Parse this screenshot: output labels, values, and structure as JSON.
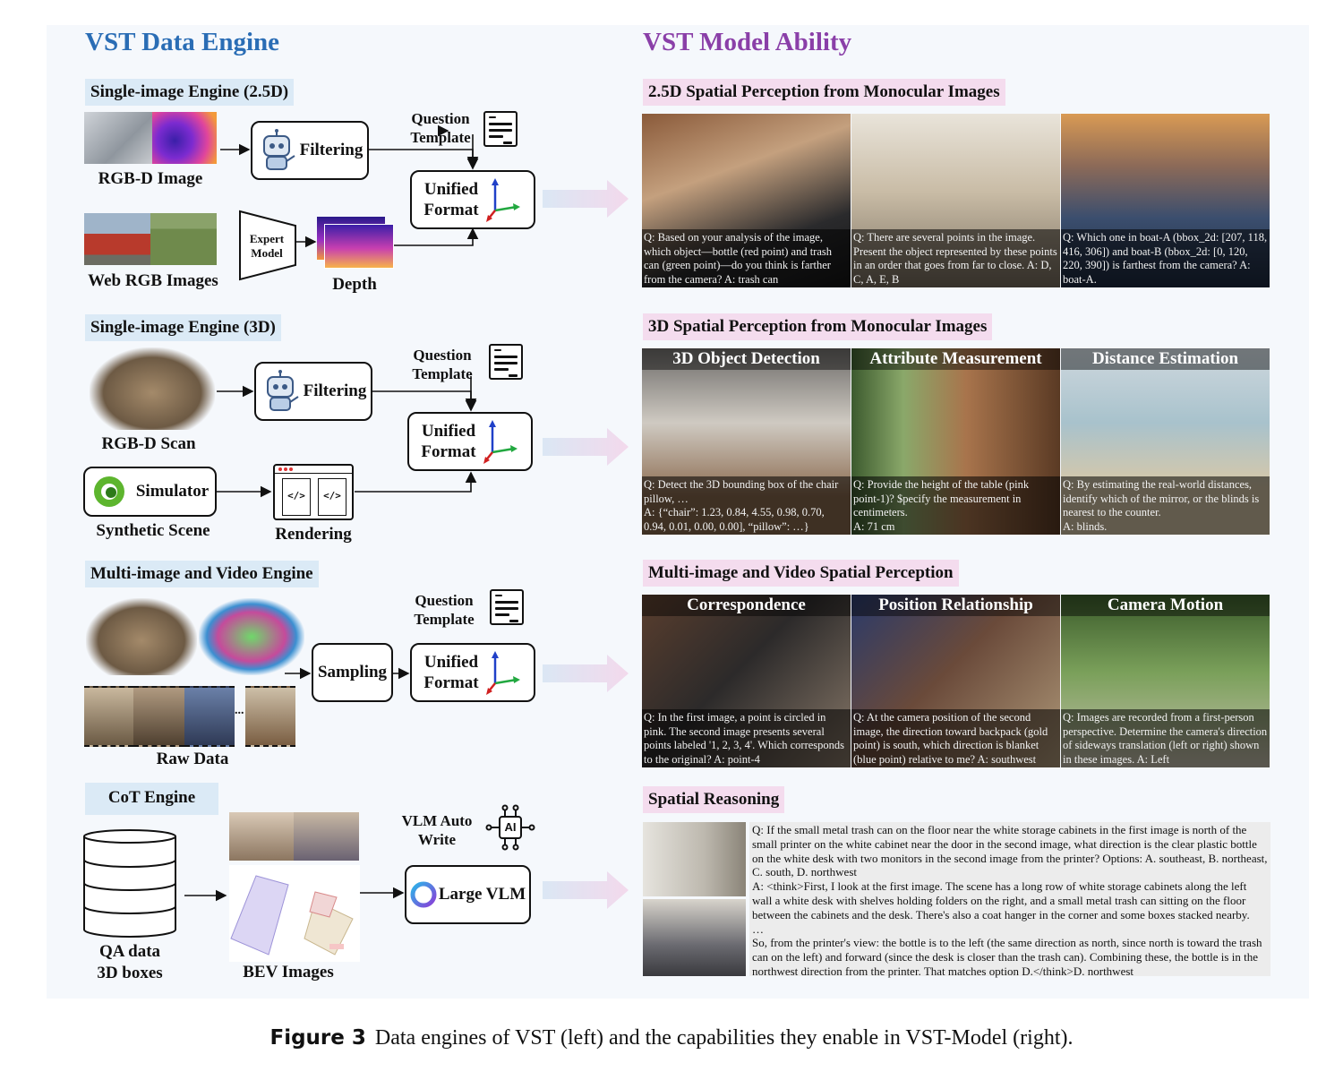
{
  "left_title": "VST Data Engine",
  "right_title": "VST Model Ability",
  "colors": {
    "left_title": "#2a6db5",
    "right_title": "#8a3fa8",
    "engine_label_bg": "#dbeaf6",
    "ability_label_bg": "#f4dcee"
  },
  "engines": {
    "e1": {
      "label": "Single-image Engine (2.5D)",
      "rgbd": "RGB-D Image",
      "filtering": "Filtering",
      "qt": "Question\nTemplate",
      "unified": "Unified\nFormat",
      "web": "Web RGB Images",
      "expert": "Expert\nModel",
      "depth": "Depth"
    },
    "e2": {
      "label": "Single-image Engine (3D)",
      "scan": "RGB-D Scan",
      "filtering": "Filtering",
      "qt": "Question\nTemplate",
      "unified": "Unified\nFormat",
      "simulator": "Simulator",
      "synthetic": "Synthetic Scene",
      "rendering": "Rendering"
    },
    "e3": {
      "label": "Multi-image and Video Engine",
      "sampling": "Sampling",
      "qt": "Question\nTemplate",
      "unified": "Unified\nFormat",
      "raw": "Raw Data",
      "dots": "..."
    },
    "e4": {
      "label": "CoT Engine",
      "qa": "QA data\n3D boxes",
      "bev": "BEV Images",
      "vlm_write": "VLM Auto\nWrite",
      "large_vlm": "Large VLM",
      "ai": "AI"
    }
  },
  "abilities": {
    "a1": {
      "label": "2.5D Spatial Perception from Monocular Images",
      "captions": [
        "Q: Based on your analysis of the image, which object—bottle (red point) and trash can (green point)—do you think is farther from the camera?  A: trash can",
        "Q: There are several points in the image. Present the object represented by these points in an order that goes from far to close.  A: D, C, A, E, B",
        "Q: Which one in boat-A (bbox_2d: [207, 118, 416, 306]) and boat-B (bbox_2d: [0, 120, 220, 390]) is farthest from the camera?  A: boat-A."
      ]
    },
    "a2": {
      "label": "3D Spatial Perception from Monocular Images",
      "titles": [
        "3D Object Detection",
        "Attribute Measurement",
        "Distance Estimation"
      ],
      "captions": [
        "Q: Detect the 3D bounding box of the chair pillow, …\nA: {“chair”: 1.23, 0.84, 4.55, 0.98, 0.70, 0.94, 0.01, 0.00, 0.00], “pillow”: …}",
        "Q: Provide the height of the table (pink point-1)? $pecify the measurement in centimeters.\nA: 71 cm",
        "Q: By estimating the real-world distances, identify which of the mirror, or the blinds is nearest to the counter.\nA: blinds."
      ]
    },
    "a3": {
      "label": "Multi-image and Video Spatial Perception",
      "titles": [
        "Correspondence",
        "Position Relationship",
        "Camera Motion"
      ],
      "captions": [
        "Q: In the first image, a point is circled in pink. The second image presents several points labeled '1, 2, 3, 4'. Which corresponds to the original? A: point-4",
        "Q: At the camera position of the second image, the direction toward backpack (gold point) is south, which direction is blanket (blue point) relative to me?  A: southwest",
        "Q: Images are recorded from a first-person perspective. Determine the camera's direction of sideways translation (left or right) shown in these images. A: Left"
      ]
    },
    "a4": {
      "label": "Spatial Reasoning",
      "text": [
        "Q: If the small metal trash can on the floor near the white storage cabinets in the first image is north of the small printer on the white cabinet near the door in the second image, what direction is the clear plastic bottle on the white desk with two monitors in the second image from the printer? Options: A. southeast, B. northeast, C. south, D. northwest",
        "A: <think>First, I look at the first image. The scene has a long row of white storage cabinets along the left wall a white desk with shelves holding folders on the right, and a small metal trash can sitting on the floor between the cabinets and the desk. There's also a coat hanger in the corner and some boxes stacked nearby.",
        "…",
        "So, from the printer's view: the bottle is to the left (the same direction as north, since north is toward the trash can on the left) and forward (since the desk is closer than the trash can). Combining these, the bottle is in the northwest direction from the printer. That matches option D.</think>D. northwest"
      ]
    }
  },
  "caption": {
    "label": "Figure 3",
    "text": "Data engines of VST (left) and the capabilities they enable in VST-Model (right)."
  }
}
